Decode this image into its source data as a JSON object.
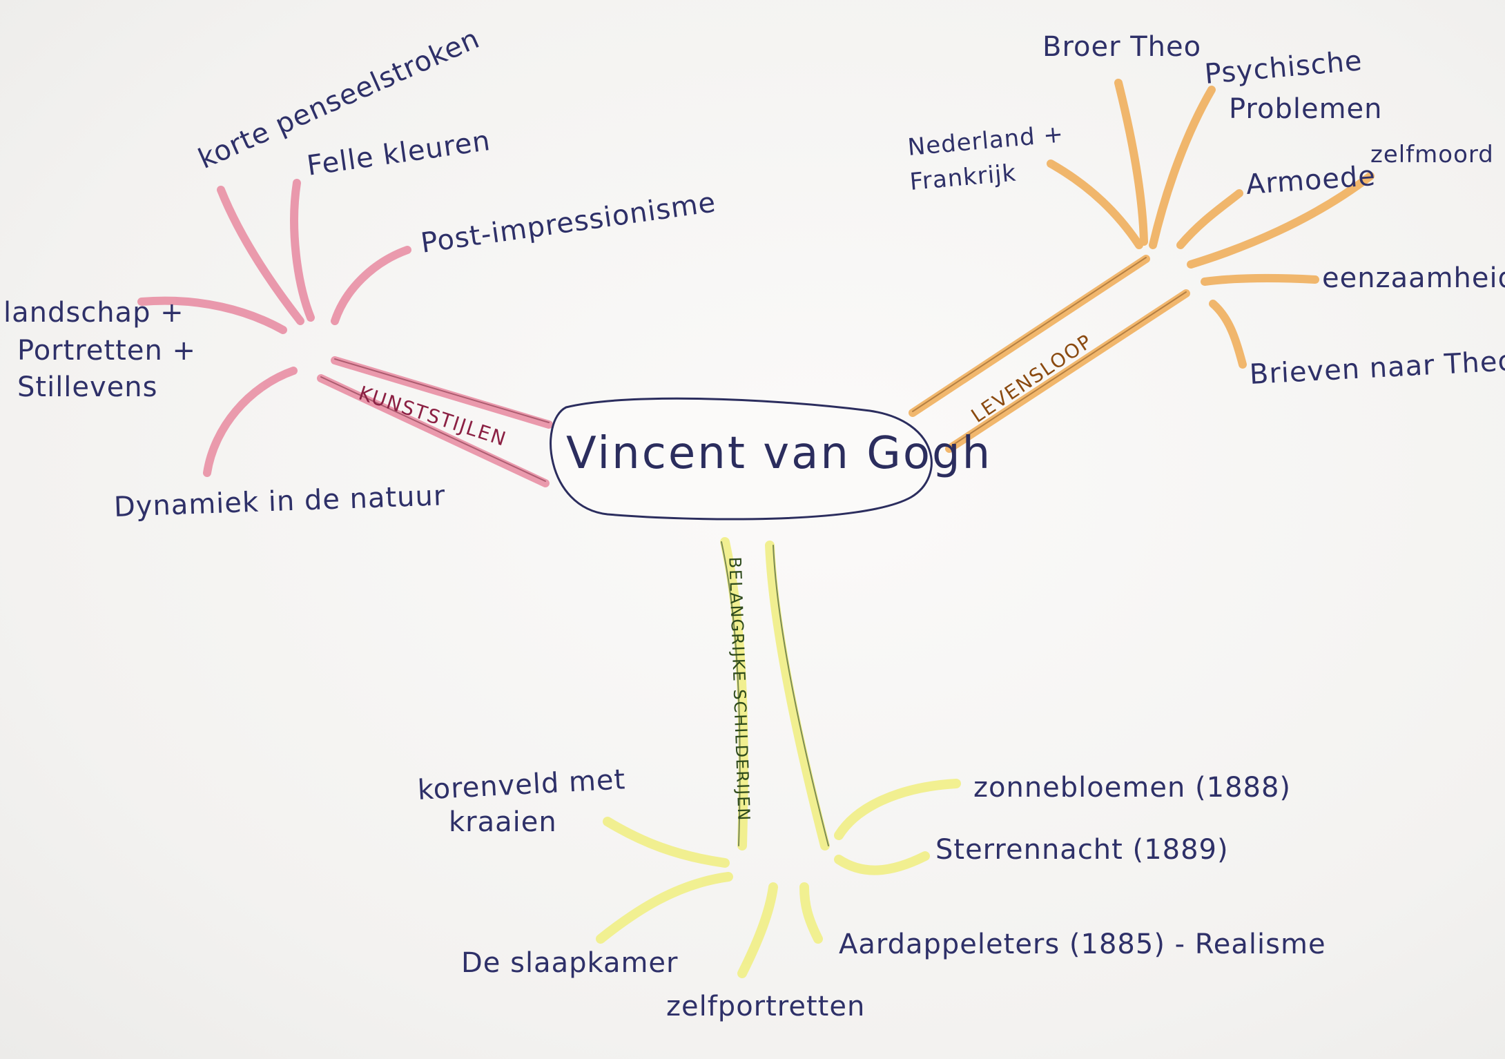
{
  "colors": {
    "ink": "#2e3068",
    "pink": "#e889a0",
    "orange": "#f0ac55",
    "yellow": "#f1ef86"
  },
  "central": {
    "label": "Vincent van Gogh"
  },
  "branches": {
    "kunststijlen": {
      "title": "KUNSTSTIJLEN",
      "items": {
        "korte_penseelstroken": "korte penseelstroken",
        "felle_kleuren": "Felle kleuren",
        "post_impressionisme": "Post-impressionisme",
        "landschap_line1": "landschap +",
        "landschap_line2": "Portretten +",
        "landschap_line3": "Stillevens",
        "dynamiek": "Dynamiek in de natuur"
      }
    },
    "levensloop": {
      "title": "LEVENSLOOP",
      "items": {
        "broer_theo": "Broer Theo",
        "psychische_line1": "Psychische",
        "psychische_line2": "Problemen",
        "nederland_line1": "Nederland +",
        "nederland_line2": "Frankrijk",
        "armoede": "Armoede",
        "zelfmoord": "zelfmoord",
        "eenzaamheid": "eenzaamheid",
        "brieven": "Brieven naar Theo"
      }
    },
    "schilderijen": {
      "title": "BELANGRIJKE SCHILDERIJEN",
      "items": {
        "zonnebloemen": "zonnebloemen (1888)",
        "sterrennacht": "Sterrennacht (1889)",
        "korenveld_line1": "korenveld met",
        "korenveld_line2": "kraaien",
        "slaapkamer": "De slaapkamer",
        "zelfportretten": "zelfportretten",
        "aardappeleters": "Aardappeleters (1885) - Realisme"
      }
    }
  }
}
